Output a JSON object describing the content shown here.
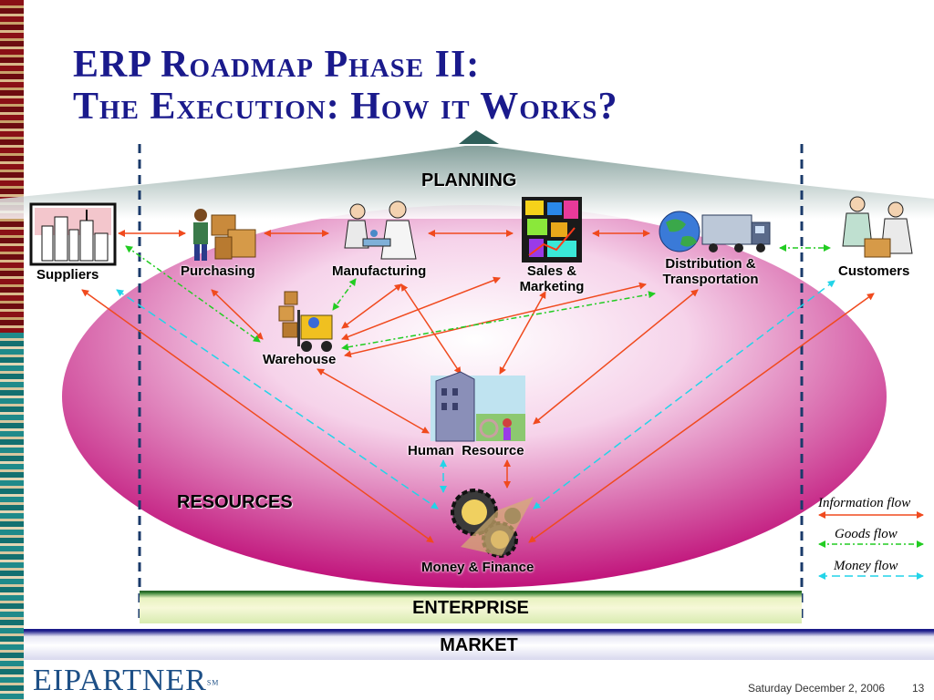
{
  "title": {
    "line1": "ERP Roadmap Phase II:",
    "line2": "The Execution: How it Works?"
  },
  "zones": {
    "planning": "PLANNING",
    "resources": "RESOURCES",
    "enterprise": "ENTERPRISE",
    "market": "MARKET"
  },
  "nodes": {
    "suppliers": "Suppliers",
    "purchasing": "Purchasing",
    "manufacturing": "Manufacturing",
    "sales_line1": "Sales &",
    "sales_line2": "Marketing",
    "dist_line1": "Distribution &",
    "dist_line2": "Transportation",
    "customers": "Customers",
    "warehouse": "Warehouse",
    "hr_1": "Human",
    "hr_2": "Resource",
    "finance": "Money & Finance"
  },
  "legend": {
    "info": "Information flow",
    "goods": "Goods flow",
    "money": "Money flow"
  },
  "colors": {
    "info": "#f04a1e",
    "goods": "#22cc22",
    "money": "#22d4e8",
    "title": "#1a1a8c"
  },
  "footer": {
    "logo": "EIPARTNER",
    "logo_mark": "SM",
    "date": "Saturday December 2, 2006",
    "page": "13"
  }
}
